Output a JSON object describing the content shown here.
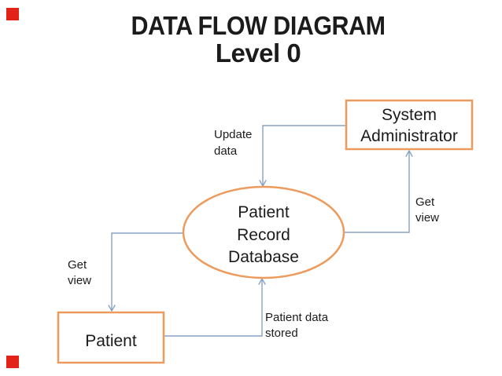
{
  "colors": {
    "shape_border": "#ED9B5C",
    "arrow": "#87A2C4",
    "corner_marker": "#E2231A",
    "text": "#1B1B1B"
  },
  "title": {
    "line1": "DATA FLOW DIAGRAM",
    "line2": "Level 0"
  },
  "process_database": {
    "line1": "Patient",
    "line2": "Record",
    "line3": "Database"
  },
  "entity_system_administrator": {
    "line1": "System",
    "line2": "Administrator"
  },
  "entity_patient": {
    "label": "Patient"
  },
  "flows": {
    "update_data": {
      "line1": "Update",
      "line2": "data",
      "from": "System Administrator",
      "to": "Patient Record Database"
    },
    "get_view_admin": {
      "line1": "Get",
      "line2": "view",
      "from": "Patient Record Database",
      "to": "System Administrator"
    },
    "get_view_patient": {
      "line1": "Get",
      "line2": "view",
      "from": "Patient Record Database",
      "to": "Patient"
    },
    "patient_data_stored": {
      "line1": "Patient data",
      "line2": "stored",
      "from": "Patient",
      "to": "Patient Record Database"
    }
  }
}
